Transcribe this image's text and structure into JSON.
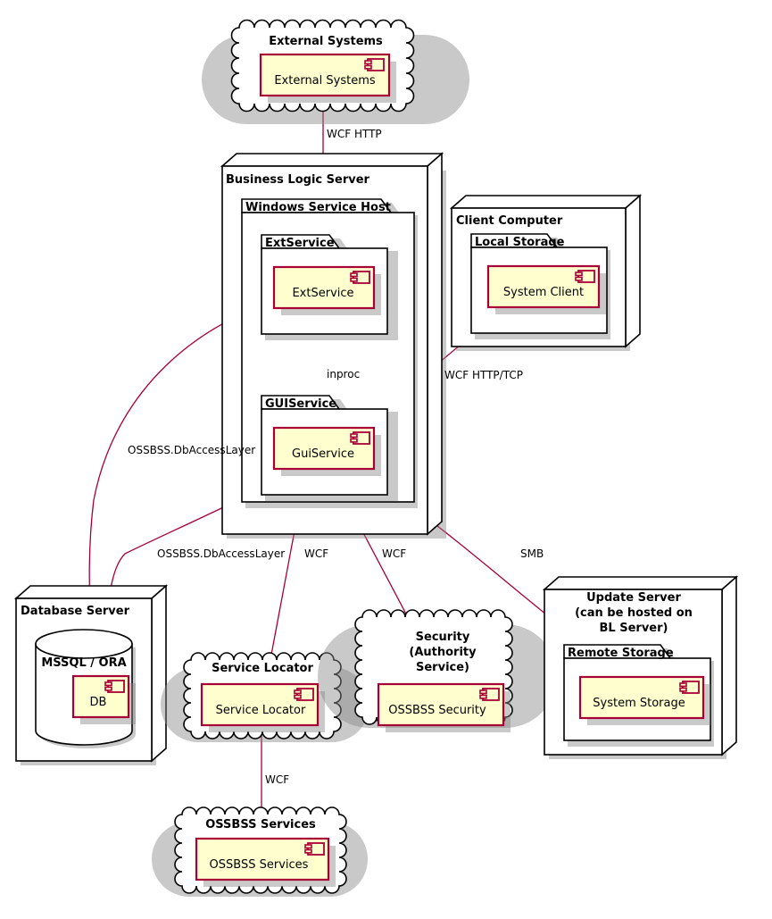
{
  "diagram": {
    "type": "uml-deployment-diagram",
    "colors": {
      "component_fill": "#FEFECE",
      "component_border": "#A80036",
      "node_fill": "#FFFFFF",
      "node_border": "#000000",
      "edge": "#A80036",
      "shadow": "#888888",
      "background": "#FFFFFF"
    }
  },
  "nodes": {
    "external_systems": {
      "shape": "cloud",
      "title": "External Systems",
      "component": "External Systems"
    },
    "business_logic_server": {
      "shape": "node-3d",
      "title": "Business Logic Server",
      "windows_service_host": {
        "shape": "folder",
        "title": "Windows Service Host",
        "ext_service_pkg": {
          "shape": "folder",
          "title": "ExtService",
          "component": "ExtService"
        },
        "gui_service_pkg": {
          "shape": "folder",
          "title": "GUIService",
          "component": "GuiService"
        }
      }
    },
    "client_computer": {
      "shape": "node-3d",
      "title": "Client Computer",
      "local_storage": {
        "shape": "folder",
        "title": "Local Storage",
        "component": "System Client"
      }
    },
    "database_server": {
      "shape": "node-3d",
      "title": "Database Server",
      "database": {
        "shape": "cylinder",
        "title": "MSSQL / ORA",
        "component": "DB"
      }
    },
    "service_locator": {
      "shape": "cloud",
      "title": "Service Locator",
      "component": "Service Locator"
    },
    "security": {
      "shape": "cloud",
      "title_lines": [
        "Security",
        "(Authority",
        "Service)"
      ],
      "component": "OSSBSS Security"
    },
    "update_server": {
      "shape": "node-3d",
      "title_lines": [
        "Update Server",
        "(can be hosted on",
        "BL Server)"
      ],
      "remote_storage": {
        "shape": "folder",
        "title": "Remote Storage",
        "component": "System Storage"
      }
    },
    "ossbss_services": {
      "shape": "cloud",
      "title": "OSSBSS Services",
      "component": "OSSBSS Services"
    }
  },
  "edges": [
    {
      "id": "ext-to-extservice",
      "label": "WCF HTTP",
      "style": "solid",
      "from": "External Systems",
      "to": "ExtService"
    },
    {
      "id": "extservice-to-guiservice",
      "label": "inproc",
      "style": "dashed",
      "from": "ExtService",
      "to": "GuiService"
    },
    {
      "id": "client-to-guiservice",
      "label": "WCF HTTP/TCP",
      "style": "solid",
      "from": "System Client",
      "to": "GuiService"
    },
    {
      "id": "extservice-to-db",
      "label": "OSSBSS.DbAccessLayer",
      "style": "solid",
      "from": "ExtService",
      "to": "DB"
    },
    {
      "id": "guiservice-to-db",
      "label": "OSSBSS.DbAccessLayer",
      "style": "solid",
      "from": "GuiService",
      "to": "DB"
    },
    {
      "id": "guiservice-to-locator",
      "label": "WCF",
      "style": "solid",
      "from": "GuiService",
      "to": "Service Locator"
    },
    {
      "id": "guiservice-to-security",
      "label": "WCF",
      "style": "solid",
      "from": "GuiService",
      "to": "OSSBSS Security"
    },
    {
      "id": "guiservice-to-storage",
      "label": "SMB",
      "style": "solid",
      "from": "GuiService",
      "to": "System Storage"
    },
    {
      "id": "locator-to-ossbss",
      "label": "WCF",
      "style": "solid",
      "from": "Service Locator",
      "to": "OSSBSS Services"
    }
  ]
}
